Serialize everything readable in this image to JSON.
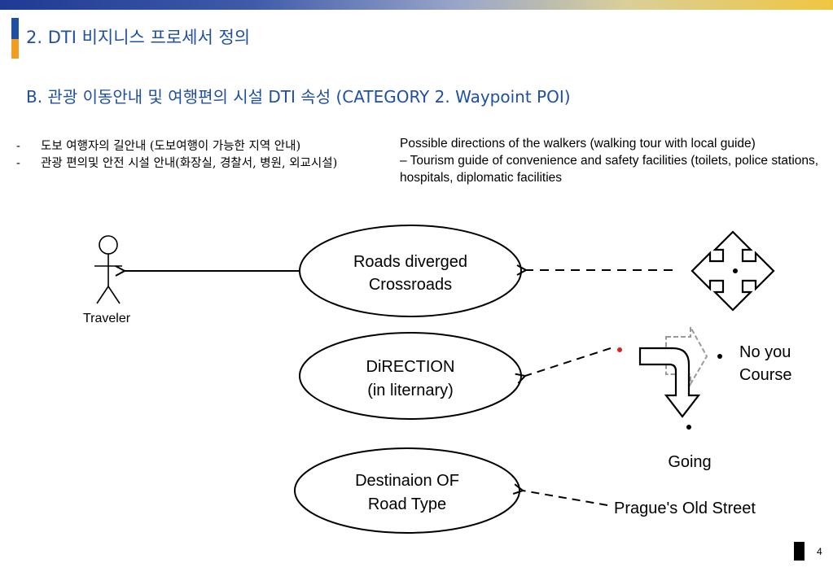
{
  "header": {
    "section_title": "2. DTI 비지니스 프로세서 정의",
    "subtitle": "B. 관광 이동안내 및 여행편의 시설   DTI 속성 (CATEGORY 2. Waypoint POI)"
  },
  "korean_bullets": [
    "도보 여행자의 길안내 (도보여행이 가능한 지역 안내)",
    "관광 편의및 안전 시설 안내(화장실, 경찰서, 병원, 외교시설)"
  ],
  "english_text": [
    "Possible directions of the walkers (walking tour with local guide)",
    "– Tourism guide of convenience and safety facilities (toilets, police stations, hospitals, diplomatic facilities"
  ],
  "diagram": {
    "actor_label": "Traveler",
    "ellipse1": [
      "Roads diverged",
      "Crossroads"
    ],
    "ellipse2": [
      "DiRECTION",
      "(in liternary)"
    ],
    "ellipse3": [
      "Destinaion OF",
      "Road Type"
    ],
    "no_you_course": [
      "No you",
      "Course"
    ],
    "going": "Going",
    "prague": "Prague's Old Street"
  },
  "colors": {
    "title_blue": "#1f4fa3",
    "accent_orange": "#f39c22",
    "red_dot": "#e02020"
  },
  "page_number": "4"
}
